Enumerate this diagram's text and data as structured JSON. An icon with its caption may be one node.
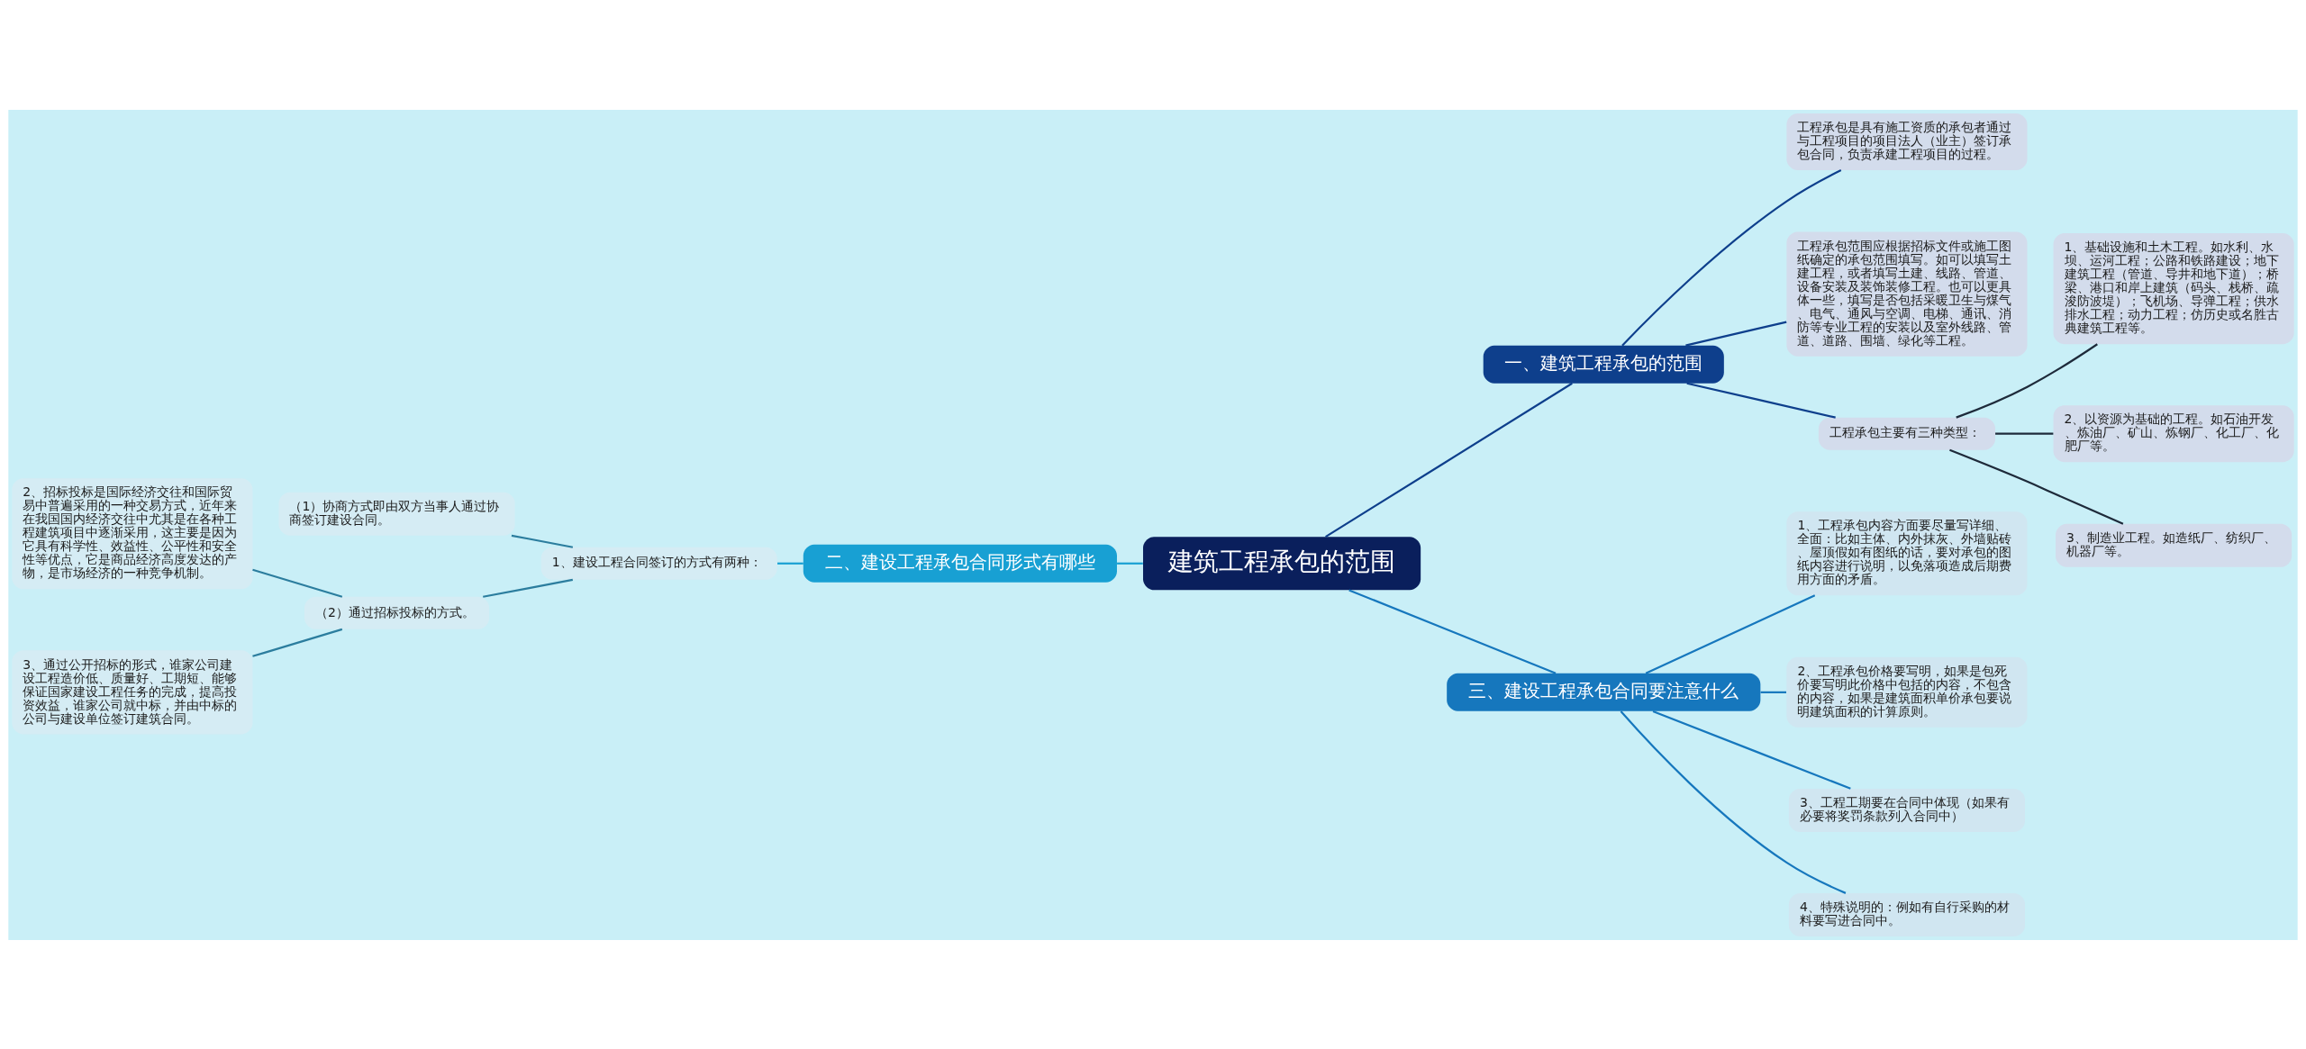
{
  "diagram": {
    "nodes": [
      {
        "text": [
          "建筑工程承包的范围"
        ]
      },
      {
        "text": [
          "一、建筑工程承包的范围"
        ]
      },
      {
        "text": [
          "工程承包是具有施工资质的承包者通过与工程项目的项目法人（业主）签订承包合同，负责承建工程项目的过程。"
        ]
      },
      {
        "text": [
          "工程承包范围应根据招标文件或施工图纸确定的承包范围填写。如可以填写土建工程，或者填写土建、线路、管道、设备安装及装饰装修工程。也可以更具体一些，填写是否包括采暖卫生与煤气、电气、通风与空调、电梯、通讯、消防等专业工程的安装以及室外线路、管道、道路、围墙、绿化等工程。"
        ]
      },
      {
        "text": [
          "工程承包主要有三种类型："
        ]
      },
      {
        "text": [
          "1、基础设施和土木工程。如水利、水坝、运河工程；公路和铁路建设；地下建筑工程（管道、导井和地下道）；桥梁、港口和岸上建筑（码头、栈桥、疏浚防波堤）；飞机场、导弹工程；供水排水工程；动力工程；仿历史或名胜古典建筑工程等。"
        ]
      },
      {
        "text": [
          "2、以资源为基础的工程。如石油开发、炼油厂、矿山、炼钢厂、化工厂、化肥厂等。"
        ]
      },
      {
        "text": [
          "3、制造业工程。如造纸厂、纺织厂、机器厂等。"
        ]
      },
      {
        "text": [
          "二、建设工程承包合同形式有哪些"
        ]
      },
      {
        "text": [
          "1、建设工程合同签订的方式有两种："
        ]
      },
      {
        "text": [
          "（1）协商方式即由双方当事人通过协商签订建设合同。"
        ]
      },
      {
        "text": [
          "（2）通过招标投标的方式。"
        ]
      },
      {
        "text": [
          "2、招标投标是国际经济交往和国际贸易中普遍采用的一种交易方式，近年来在我国国内经济交往中尤其是在各种工程建筑项目中逐渐采用，这主要是因为它具有科学性、效益性、公平性和安全性等优点，它是商品经济高度发达的产物，是市场经济的一种竞争机制。"
        ]
      },
      {
        "text": [
          "3、通过公开招标的形式，谁家公司建设工程造价低、质量好、工期短、能够保证国家建设工程任务的完成，提高投资效益，谁家公司就中标，并由中标的公司与建设单位签订建筑合同。"
        ]
      },
      {
        "text": [
          "三、建设工程承包合同要注意什么"
        ]
      },
      {
        "text": [
          "1、工程承包内容方面要尽量写详细、全面：比如主体、内外抹灰、外墙贴砖、屋顶假如有图纸的话，要对承包的图纸内容进行说明，以免落项造成后期费用方面的矛盾。"
        ]
      },
      {
        "text": [
          "2、工程承包价格要写明，如果是包死价要写明此价格中包括的内容，不包含的内容，如果是建筑面积单价承包要说明建筑面积的计算原则。"
        ]
      },
      {
        "text": [
          "3、工程工期要在合同中体现（如果有必要将奖罚条款列入合同中）"
        ]
      },
      {
        "text": [
          "4、特殊说明的：例如有自行采购的材料要写进合同中。"
        ]
      }
    ],
    "edges": [
      {
        "from": 0,
        "to": 1,
        "arrow": "none",
        "color": "#0e3f8c"
      },
      {
        "from": 1,
        "to": 2,
        "arrow": "none",
        "color": "#0e3f8c"
      },
      {
        "from": 1,
        "to": 3,
        "arrow": "none",
        "color": "#0e3f8c"
      },
      {
        "from": 1,
        "to": 4,
        "arrow": "none",
        "color": "#0e3f8c"
      },
      {
        "from": 4,
        "to": 5,
        "arrow": "none",
        "color": "#1e2a3a"
      },
      {
        "from": 4,
        "to": 6,
        "arrow": "none",
        "color": "#1e2a3a"
      },
      {
        "from": 4,
        "to": 7,
        "arrow": "none",
        "color": "#1e2a3a"
      },
      {
        "from": 0,
        "to": 8,
        "arrow": "none",
        "color": "#18a0d3"
      },
      {
        "from": 8,
        "to": 9,
        "arrow": "none",
        "color": "#18a0d3"
      },
      {
        "from": 9,
        "to": 10,
        "arrow": "none",
        "color": "#2b7d9e"
      },
      {
        "from": 9,
        "to": 11,
        "arrow": "none",
        "color": "#2b7d9e"
      },
      {
        "from": 11,
        "to": 12,
        "arrow": "none",
        "color": "#2b7d9e"
      },
      {
        "from": 11,
        "to": 13,
        "arrow": "none",
        "color": "#2b7d9e"
      },
      {
        "from": 0,
        "to": 14,
        "arrow": "none",
        "color": "#1677bd"
      },
      {
        "from": 14,
        "to": 15,
        "arrow": "none",
        "color": "#1677bd"
      },
      {
        "from": 14,
        "to": 16,
        "arrow": "none",
        "color": "#1677bd"
      },
      {
        "from": 14,
        "to": 17,
        "arrow": "none",
        "color": "#1677bd"
      },
      {
        "from": 14,
        "to": 18,
        "arrow": "none",
        "color": "#1677bd"
      }
    ]
  }
}
